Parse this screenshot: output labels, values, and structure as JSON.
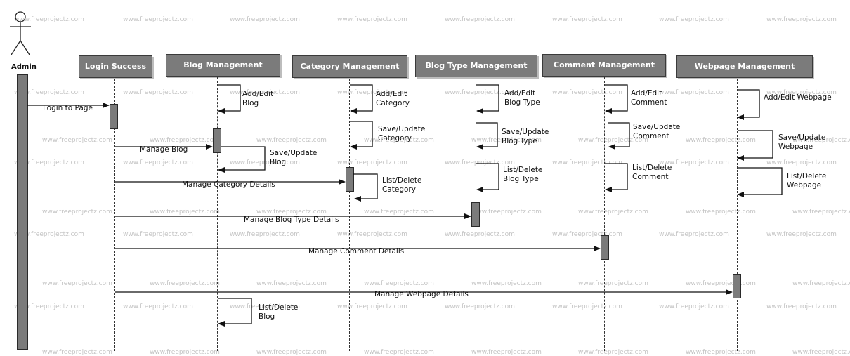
{
  "watermark": "www.freeprojectz.com",
  "actor": {
    "label": "Admin"
  },
  "lifelines": [
    {
      "id": "login",
      "label": "Login Success"
    },
    {
      "id": "blog",
      "label": "Blog Management"
    },
    {
      "id": "category",
      "label": "Category Management"
    },
    {
      "id": "blogtype",
      "label": "Blog Type Management"
    },
    {
      "id": "comment",
      "label": "Comment Management"
    },
    {
      "id": "webpage",
      "label": "Webpage Management"
    }
  ],
  "messages": {
    "login_to_page": "Login to Page",
    "manage_blog": "Manage Blog",
    "manage_category": "Manage Category Details",
    "manage_blogtype": "Manage Blog Type Details",
    "manage_comment": "Manage Comment Details",
    "manage_webpage": "Manage Webpage Details"
  },
  "self_messages": {
    "blog_add": [
      "Add/Edit",
      "Blog"
    ],
    "blog_save": [
      "Save/Update",
      "Blog"
    ],
    "blog_list": [
      "List/Delete",
      "Blog"
    ],
    "cat_add": [
      "Add/Edit",
      "Category"
    ],
    "cat_save": [
      "Save/Update",
      "Category"
    ],
    "cat_list": [
      "List/Delete",
      "Category"
    ],
    "bt_add": [
      "Add/Edit",
      "Blog Type"
    ],
    "bt_save": [
      "Save/Update",
      "Blog Type"
    ],
    "bt_list": [
      "List/Delete",
      "Blog Type"
    ],
    "cm_add": [
      "Add/Edit",
      "Comment"
    ],
    "cm_save": [
      "Save/Update",
      "Comment"
    ],
    "cm_list": [
      "List/Delete",
      "Comment"
    ],
    "wp_add": [
      "Add/Edit Webpage"
    ],
    "wp_save": [
      "Save/Update",
      "Webpage"
    ],
    "wp_list": [
      "List/Delete",
      "Webpage"
    ]
  }
}
